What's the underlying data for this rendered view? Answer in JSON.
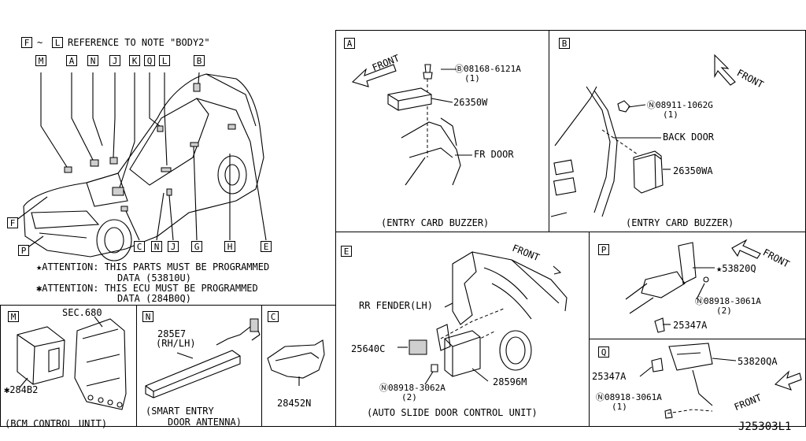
{
  "note": {
    "from": "F",
    "tilde": "~",
    "to": "L",
    "text": "REFERENCE TO NOTE \"BODY2\""
  },
  "main_callouts_top": [
    "M",
    "A",
    "N",
    "J",
    "K",
    "Q",
    "L",
    "B"
  ],
  "main_callouts_bottom": [
    "F",
    "P",
    "C",
    "N",
    "J",
    "G",
    "H",
    "E"
  ],
  "attention": {
    "line1": "★ATTENTION: THIS PARTS MUST BE PROGRAMMED",
    "line1b": "DATA (53810U)",
    "line2": "✱ATTENTION: THIS ECU MUST BE PROGRAMMED",
    "line2b": "DATA (284B0Q)"
  },
  "panels": {
    "A": {
      "key": "A",
      "front": "FRONT",
      "bolt": "Ⓑ08168-6121A",
      "bolt_qty": "(1)",
      "part": "26350W",
      "label_fr": "FR DOOR",
      "caption": "(ENTRY CARD BUZZER)"
    },
    "B": {
      "key": "B",
      "front": "FRONT",
      "nut": "Ⓝ08911-1062G",
      "nut_qty": "(1)",
      "back_door": "BACK DOOR",
      "part": "26350WA",
      "caption": "(ENTRY CARD BUZZER)"
    },
    "E": {
      "key": "E",
      "front": "FRONT",
      "fender": "RR FENDER(LH)",
      "p1": "25640C",
      "nut": "Ⓝ08918-3062A",
      "nut_qty": "(2)",
      "p2": "28596M",
      "caption": "(AUTO SLIDE DOOR CONTROL UNIT)"
    },
    "P": {
      "key": "P",
      "front": "FRONT",
      "p1": "★53820Q",
      "nut": "Ⓝ08918-3061A",
      "nut_qty": "(2)",
      "p2": "25347A"
    },
    "Q": {
      "key": "Q",
      "front": "FRONT",
      "p1": "25347A",
      "p2": "53820QA",
      "nut": "Ⓝ08918-3061A",
      "nut_qty": "(1)"
    },
    "M": {
      "key": "M",
      "sec": "SEC.680",
      "part": "✱284B2",
      "caption": "(BCM CONTROL UNIT)"
    },
    "N": {
      "key": "N",
      "part": "285E7",
      "part2": "(RH/LH)",
      "caption1": "(SMART ENTRY",
      "caption2": "DOOR ANTENNA)"
    },
    "C": {
      "key": "C",
      "part": "28452N"
    }
  },
  "diagram_id": "J25303L1"
}
